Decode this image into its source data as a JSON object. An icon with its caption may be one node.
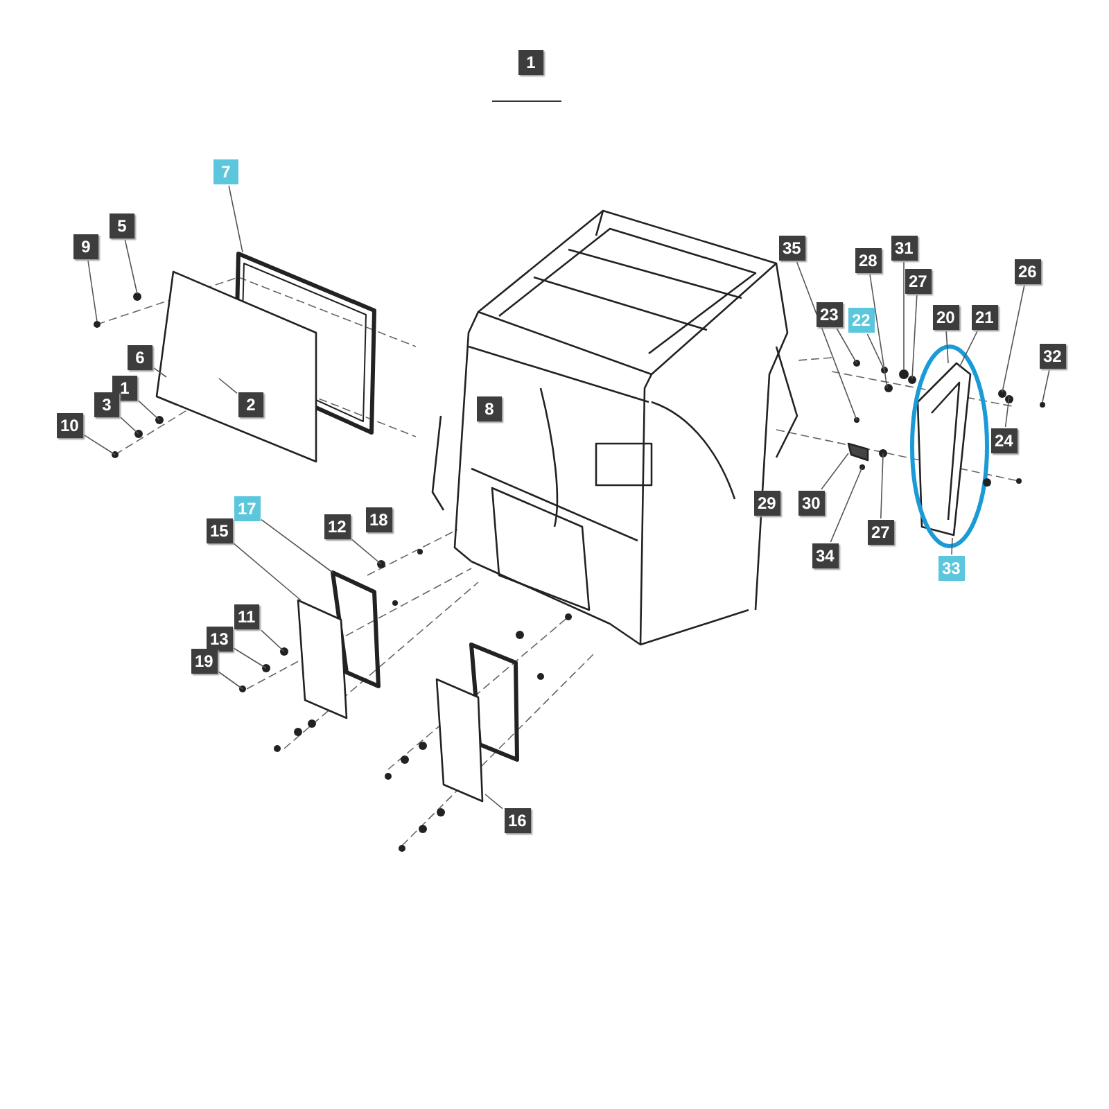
{
  "diagram": {
    "nodes": [
      {
        "text": [
          "1"
        ]
      },
      {
        "text": [
          "7"
        ]
      },
      {
        "text": [
          "5"
        ]
      },
      {
        "text": [
          "9"
        ]
      },
      {
        "text": [
          "35"
        ]
      },
      {
        "text": [
          "31"
        ]
      },
      {
        "text": [
          "28"
        ]
      },
      {
        "text": [
          "26"
        ]
      },
      {
        "text": [
          "27"
        ]
      },
      {
        "text": [
          "20"
        ]
      },
      {
        "text": [
          "21"
        ]
      },
      {
        "text": [
          "23"
        ]
      },
      {
        "text": [
          "22"
        ]
      },
      {
        "text": [
          "6"
        ]
      },
      {
        "text": [
          "32"
        ]
      },
      {
        "text": [
          "1"
        ]
      },
      {
        "text": [
          "3"
        ]
      },
      {
        "text": [
          "2"
        ]
      },
      {
        "text": [
          "8"
        ]
      },
      {
        "text": [
          "10"
        ]
      },
      {
        "text": [
          "24"
        ]
      },
      {
        "text": [
          "29"
        ]
      },
      {
        "text": [
          "30"
        ]
      },
      {
        "text": [
          "27"
        ]
      },
      {
        "text": [
          "17"
        ]
      },
      {
        "text": [
          "18"
        ]
      },
      {
        "text": [
          "12"
        ]
      },
      {
        "text": [
          "15"
        ]
      },
      {
        "text": [
          "34"
        ]
      },
      {
        "text": [
          "33"
        ]
      },
      {
        "text": [
          "11"
        ]
      },
      {
        "text": [
          "13"
        ]
      },
      {
        "text": [
          "19"
        ]
      },
      {
        "text": [
          "16"
        ]
      }
    ],
    "edges": [
      {
        "from": 1,
        "to": null,
        "arrow": "none"
      },
      {
        "from": 2,
        "to": null,
        "arrow": "none"
      },
      {
        "from": 3,
        "to": null,
        "arrow": "none"
      },
      {
        "from": 4,
        "to": null,
        "arrow": "none"
      },
      {
        "from": 5,
        "to": null,
        "arrow": "none"
      },
      {
        "from": 6,
        "to": null,
        "arrow": "none"
      },
      {
        "from": 7,
        "to": null,
        "arrow": "none"
      },
      {
        "from": 8,
        "to": null,
        "arrow": "none"
      },
      {
        "from": 9,
        "to": null,
        "arrow": "none"
      },
      {
        "from": 10,
        "to": null,
        "arrow": "none"
      },
      {
        "from": 11,
        "to": null,
        "arrow": "none"
      },
      {
        "from": 12,
        "to": null,
        "arrow": "none"
      },
      {
        "from": 13,
        "to": null,
        "arrow": "none"
      },
      {
        "from": 14,
        "to": null,
        "arrow": "none"
      },
      {
        "from": 15,
        "to": null,
        "arrow": "none"
      },
      {
        "from": 16,
        "to": null,
        "arrow": "none"
      },
      {
        "from": 17,
        "to": null,
        "arrow": "none"
      },
      {
        "from": 19,
        "to": null,
        "arrow": "none"
      },
      {
        "from": 20,
        "to": null,
        "arrow": "none"
      },
      {
        "from": 22,
        "to": null,
        "arrow": "none"
      },
      {
        "from": 23,
        "to": null,
        "arrow": "none"
      },
      {
        "from": 24,
        "to": null,
        "arrow": "none"
      },
      {
        "from": 26,
        "to": null,
        "arrow": "none"
      },
      {
        "from": 27,
        "to": null,
        "arrow": "none"
      },
      {
        "from": 28,
        "to": null,
        "arrow": "none"
      },
      {
        "from": 29,
        "to": null,
        "arrow": "none"
      },
      {
        "from": 30,
        "to": null,
        "arrow": "none"
      },
      {
        "from": 31,
        "to": null,
        "arrow": "none"
      },
      {
        "from": 32,
        "to": null,
        "arrow": "none"
      },
      {
        "from": 33,
        "to": null,
        "arrow": "none"
      }
    ]
  }
}
